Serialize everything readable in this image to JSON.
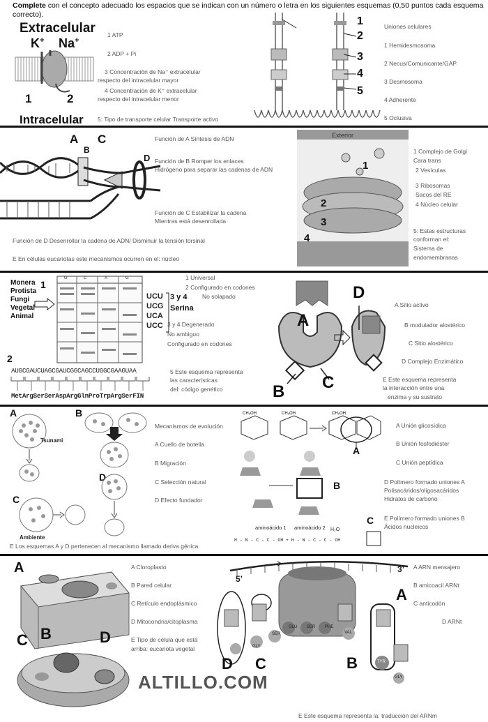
{
  "header": {
    "bold": "Complete",
    "text": " con el concepto adecuado los espacios que se indican con un número o letra en los siguientes esquemas (0,50 puntos cada esquema correcto)."
  },
  "s1": {
    "extracelular": "Extracelular",
    "k": "K",
    "na": "Na",
    "plus": "+",
    "intracelular": "Intracelular",
    "n1": "1",
    "n2": "2",
    "items": [
      "1 ATP",
      "2 ADP  + Pi",
      "3 Concentración de Na⁺ extracelular",
      "respecto del intracelular mayor",
      "4 Concentración de K⁺ extracelular",
      "respecto del intracelular menor",
      "5: Tipo de transporte celular Transporte activo"
    ],
    "labels": [
      "1",
      "2",
      "3",
      "4",
      "5"
    ],
    "right": [
      "Uniones celulares",
      "1 Hemidesmosoma",
      "2 Necus/Comunicante/GAP",
      "3 Desmosoma",
      "4 Adherente",
      "5 Oclusiva"
    ]
  },
  "s2": {
    "labels": [
      "A",
      "B",
      "C",
      "D"
    ],
    "items": [
      "Función de A Síntesis de ADN",
      "Función de B Romper los enlaces",
      "Hidrógeno para separar las cadenas de ADN",
      "Función de C Estabilizar la cadena",
      "Mientras está desenrollada",
      "Función de D Desenrollar la cadena de ADN/ Disminuir la tensión torsinal",
      "E En células eucariotas este mecanismos ocurren en el: núcleo"
    ],
    "golgi_labels": [
      "1",
      "2",
      "3",
      "4"
    ],
    "exterior": "Exterior",
    "right": [
      "1 Complejo de Golgi",
      "Cara trans",
      "2 Vesículas",
      "3 Ribosomas",
      "Sacos del RE",
      "4 Núcleo celular",
      "5: Estas estructuras",
      "conforman el:",
      "Sistema de",
      "endomembranas"
    ]
  },
  "s3": {
    "kingdoms": [
      "Monera",
      "Protista",
      "Fungi",
      "Vegetal",
      "Animal"
    ],
    "n1": "1",
    "n2": "2",
    "codons": [
      "UCU",
      "UCG",
      "UCA",
      "UCC"
    ],
    "tres_y_cuatro": "3 y 4",
    "serina": "Serina",
    "table_head": [
      "U",
      "C",
      "A",
      "G"
    ],
    "rna": "AUGCGAUCUAGCGAUCGGCAGCCUGGCGAAGUAA",
    "protein": "MetArgSerSerAspArgGlnProTrpArgSerFIN",
    "items": [
      "1 Universal",
      "2 Configurado en codones",
      "No solapado",
      "3 y 4 Degenerado",
      "No ambiguo",
      "Configurado en codones",
      "5 Este esquema representa",
      "las características",
      "del: código genético"
    ],
    "labels": [
      "A",
      "B",
      "C",
      "D"
    ],
    "right": [
      "A Sitio activo",
      "B modulador alostérico",
      "C Sitio alostérico",
      "D Complejo Enzimático",
      "E Este esquema representa",
      "la interacción entre una",
      "enzima y su sustrato"
    ]
  },
  "s4": {
    "labels": [
      "A",
      "B",
      "C",
      "D"
    ],
    "tsunami": "Tsunami",
    "ambiente": "Ambiente",
    "items": [
      "Mecanismos de evolución",
      "A Cuello de botella",
      "B Migración",
      "C Selección natural",
      "D Efecto fundador",
      "E Los esquemas A y D pertenecen al mecanismo llamado deriva génica"
    ],
    "sugar": "CH₂OH",
    "aa1": "aminoácido  1",
    "aa2": "aminoácido  2",
    "h2o": "H₂O",
    "right_labels": [
      "A",
      "B",
      "C"
    ],
    "right": [
      "A Unión glicosídica",
      "B Unión fosfodiéster",
      "C Unión peptídica",
      "D Polímero formado uniones A",
      "Polisacáridos/oligosacáridos",
      "Hidratos de carbono",
      "E Polímero formado uniones B",
      "Ácidos nucleicos"
    ]
  },
  "s5": {
    "labels": [
      "A",
      "B",
      "C",
      "D"
    ],
    "items": [
      "A Cloroplasto",
      "B Pared celular",
      "C Retículo endoplásmico",
      "D Mitocondria/citoplasma",
      "E Tipo de célula que está",
      "arriba: eucariota vegetal"
    ],
    "watermark": "ALTILLO.COM",
    "five": "5’",
    "three": "3’",
    "right_labels": [
      "A",
      "B",
      "C",
      "D"
    ],
    "aa": [
      "GLY",
      "SER",
      "GLU",
      "SER",
      "PHE",
      "TYR",
      "VAL",
      "GLY"
    ],
    "right": [
      "A ARN mensajero",
      "B amicoacil ARNt",
      "C anticodón",
      "D ARNt",
      "E Este esquema representa la: traducción del ARNm"
    ]
  }
}
